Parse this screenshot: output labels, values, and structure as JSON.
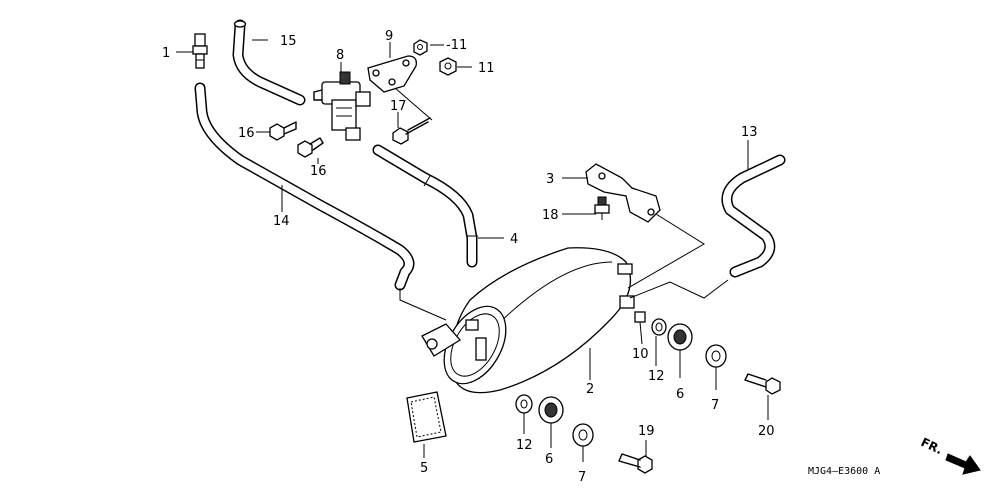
{
  "diagram": {
    "callouts": {
      "p1": "1",
      "p15": "15",
      "p8": "8",
      "p9": "9",
      "p11a": "-11",
      "p11b": "11",
      "p17": "17",
      "p16a": "16",
      "p16b": "16",
      "p14": "14",
      "p13": "13",
      "p3": "3",
      "p18": "18",
      "p4": "4",
      "p2": "2",
      "p10": "10",
      "p12a": "12",
      "p6a": "6",
      "p7a": "7",
      "p20": "20",
      "p12b": "12",
      "p6b": "6",
      "p7b": "7",
      "p19": "19",
      "p5": "5"
    },
    "direction_label": "FR.",
    "drawing_code": "MJG4—E3600 A"
  }
}
